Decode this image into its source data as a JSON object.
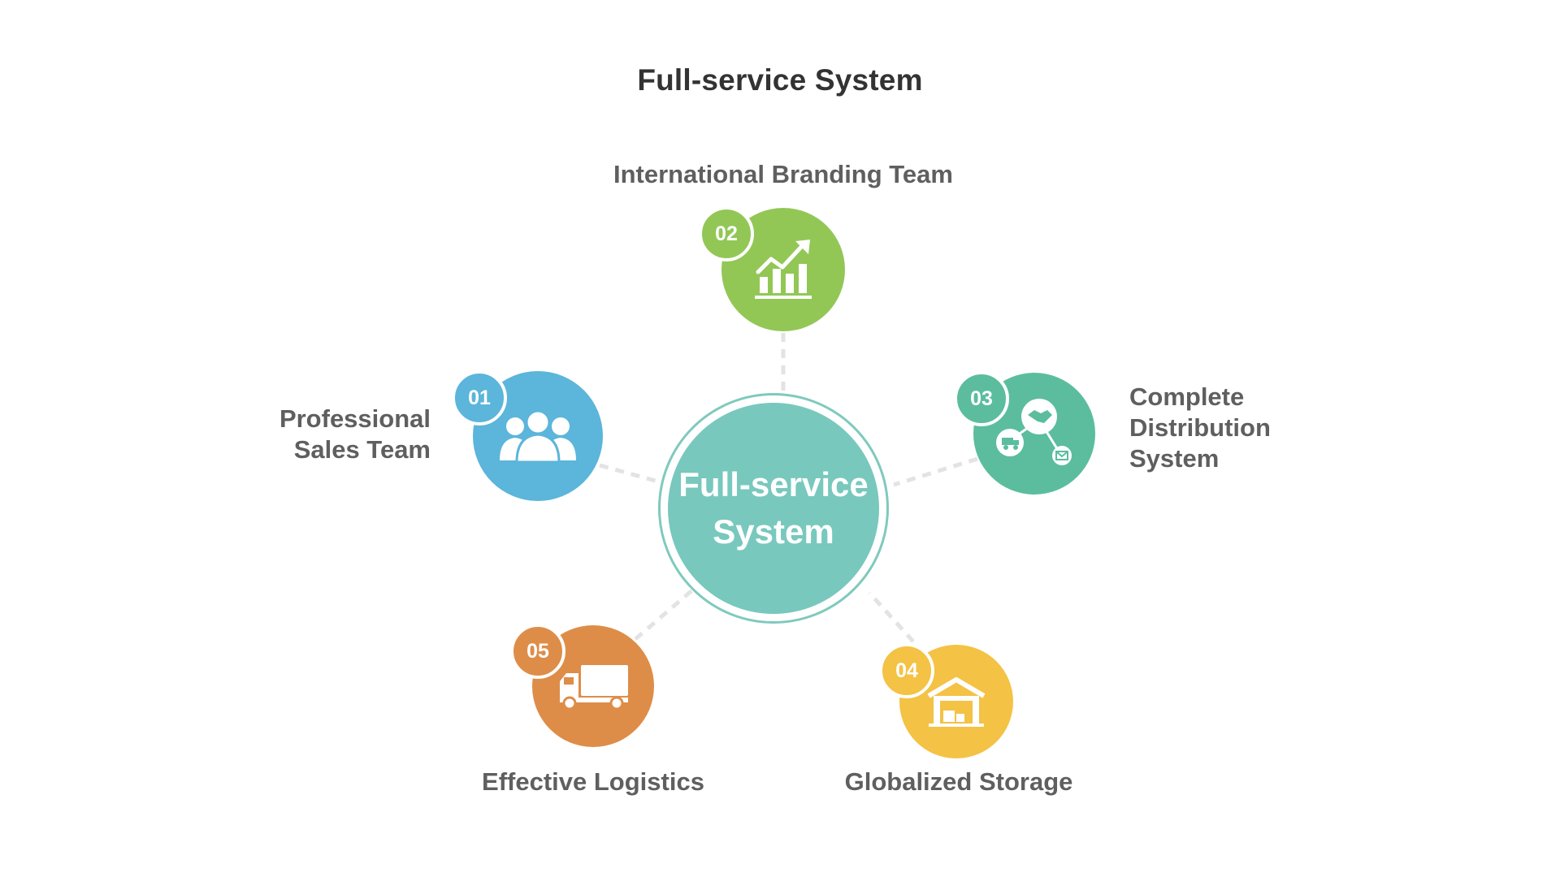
{
  "title": "Full-service System",
  "hub": {
    "line1": "Full-service",
    "line2": "System",
    "color": "#78c8be",
    "ring_color": "#7fcabd"
  },
  "connector_color": "#e3e3e3",
  "nodes": [
    {
      "id": "01",
      "number": "01",
      "label_lines": [
        "Professional",
        "Sales Team"
      ],
      "color": "#5cb5da",
      "icon": "team-icon"
    },
    {
      "id": "02",
      "number": "02",
      "label_lines": [
        "International Branding Team"
      ],
      "color": "#92c756",
      "icon": "growth-chart-icon"
    },
    {
      "id": "03",
      "number": "03",
      "label_lines": [
        "Complete",
        "Distribution",
        "System"
      ],
      "color": "#5bbd9e",
      "icon": "distribution-network-icon"
    },
    {
      "id": "04",
      "number": "04",
      "label_lines": [
        "Globalized Storage"
      ],
      "color": "#f4c244",
      "icon": "warehouse-icon"
    },
    {
      "id": "05",
      "number": "05",
      "label_lines": [
        "Effective Logistics"
      ],
      "color": "#de8d48",
      "icon": "delivery-truck-icon"
    }
  ]
}
